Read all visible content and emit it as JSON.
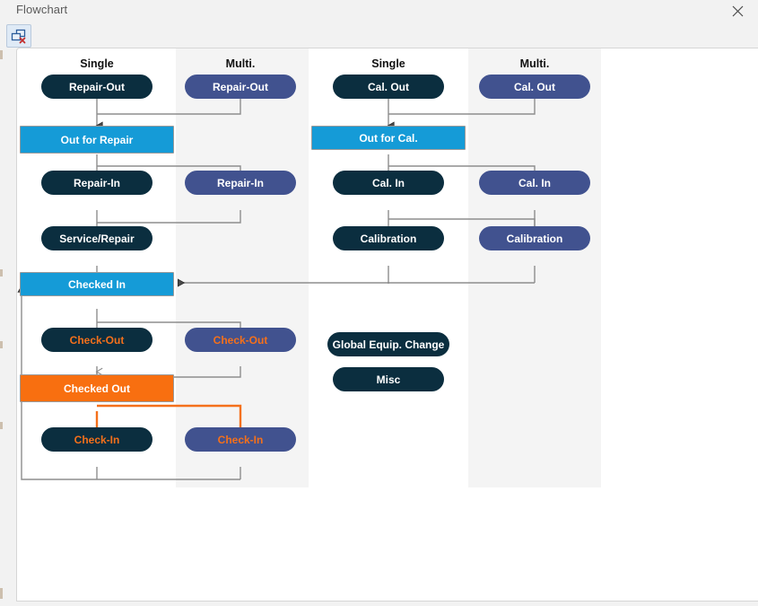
{
  "window": {
    "title": "Flowchart",
    "close_icon": "close-x-icon"
  },
  "toolbar": {
    "buttons": [
      {
        "name": "close-window-icon",
        "label": "",
        "tooltip": ""
      }
    ]
  },
  "canvas": {
    "columns": [
      {
        "id": "single-repair",
        "header": "Single",
        "banded": false
      },
      {
        "id": "multi-repair",
        "header": "Multi.",
        "banded": true
      },
      {
        "id": "single-cal",
        "header": "Single",
        "banded": false
      },
      {
        "id": "multi-cal",
        "header": "Multi.",
        "banded": true
      }
    ],
    "nodes": {
      "repair_out_single": "Repair-Out",
      "repair_out_multi": "Repair-Out",
      "out_for_repair": "Out for Repair",
      "repair_in_single": "Repair-In",
      "repair_in_multi": "Repair-In",
      "service_repair": "Service/Repair",
      "checked_in": "Checked In",
      "check_out_single": "Check-Out",
      "check_out_multi": "Check-Out",
      "checked_out": "Checked Out",
      "check_in_single": "Check-In",
      "check_in_multi": "Check-In",
      "cal_out_single": "Cal. Out",
      "cal_out_multi": "Cal. Out",
      "out_for_cal": "Out for Cal.",
      "cal_in_single": "Cal. In",
      "cal_in_multi": "Cal. In",
      "calibration_single": "Calibration",
      "calibration_multi": "Calibration",
      "global_equip_change": "Global Equip. Change",
      "misc": "Misc"
    },
    "colors": {
      "node_dark": "#0b2e3f",
      "node_indigo": "#41528f",
      "status_blue": "#159bd7",
      "status_orange": "#f86f10",
      "text_orange": "#f4701b",
      "wire_grey": "#8d8d8d",
      "wire_orange": "#f4701b",
      "band": "#f4f4f4"
    }
  }
}
